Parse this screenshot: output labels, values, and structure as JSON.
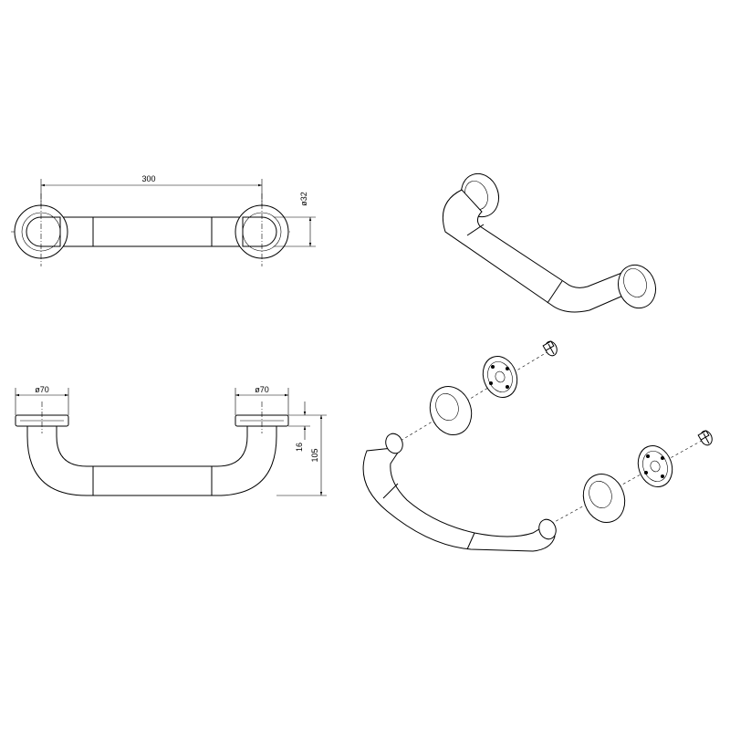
{
  "dimensions": {
    "length": "300",
    "tube_diameter": "ø32",
    "flange_diameter_left": "ø70",
    "flange_diameter_right": "ø70",
    "flange_height": "16",
    "projection": "105"
  }
}
